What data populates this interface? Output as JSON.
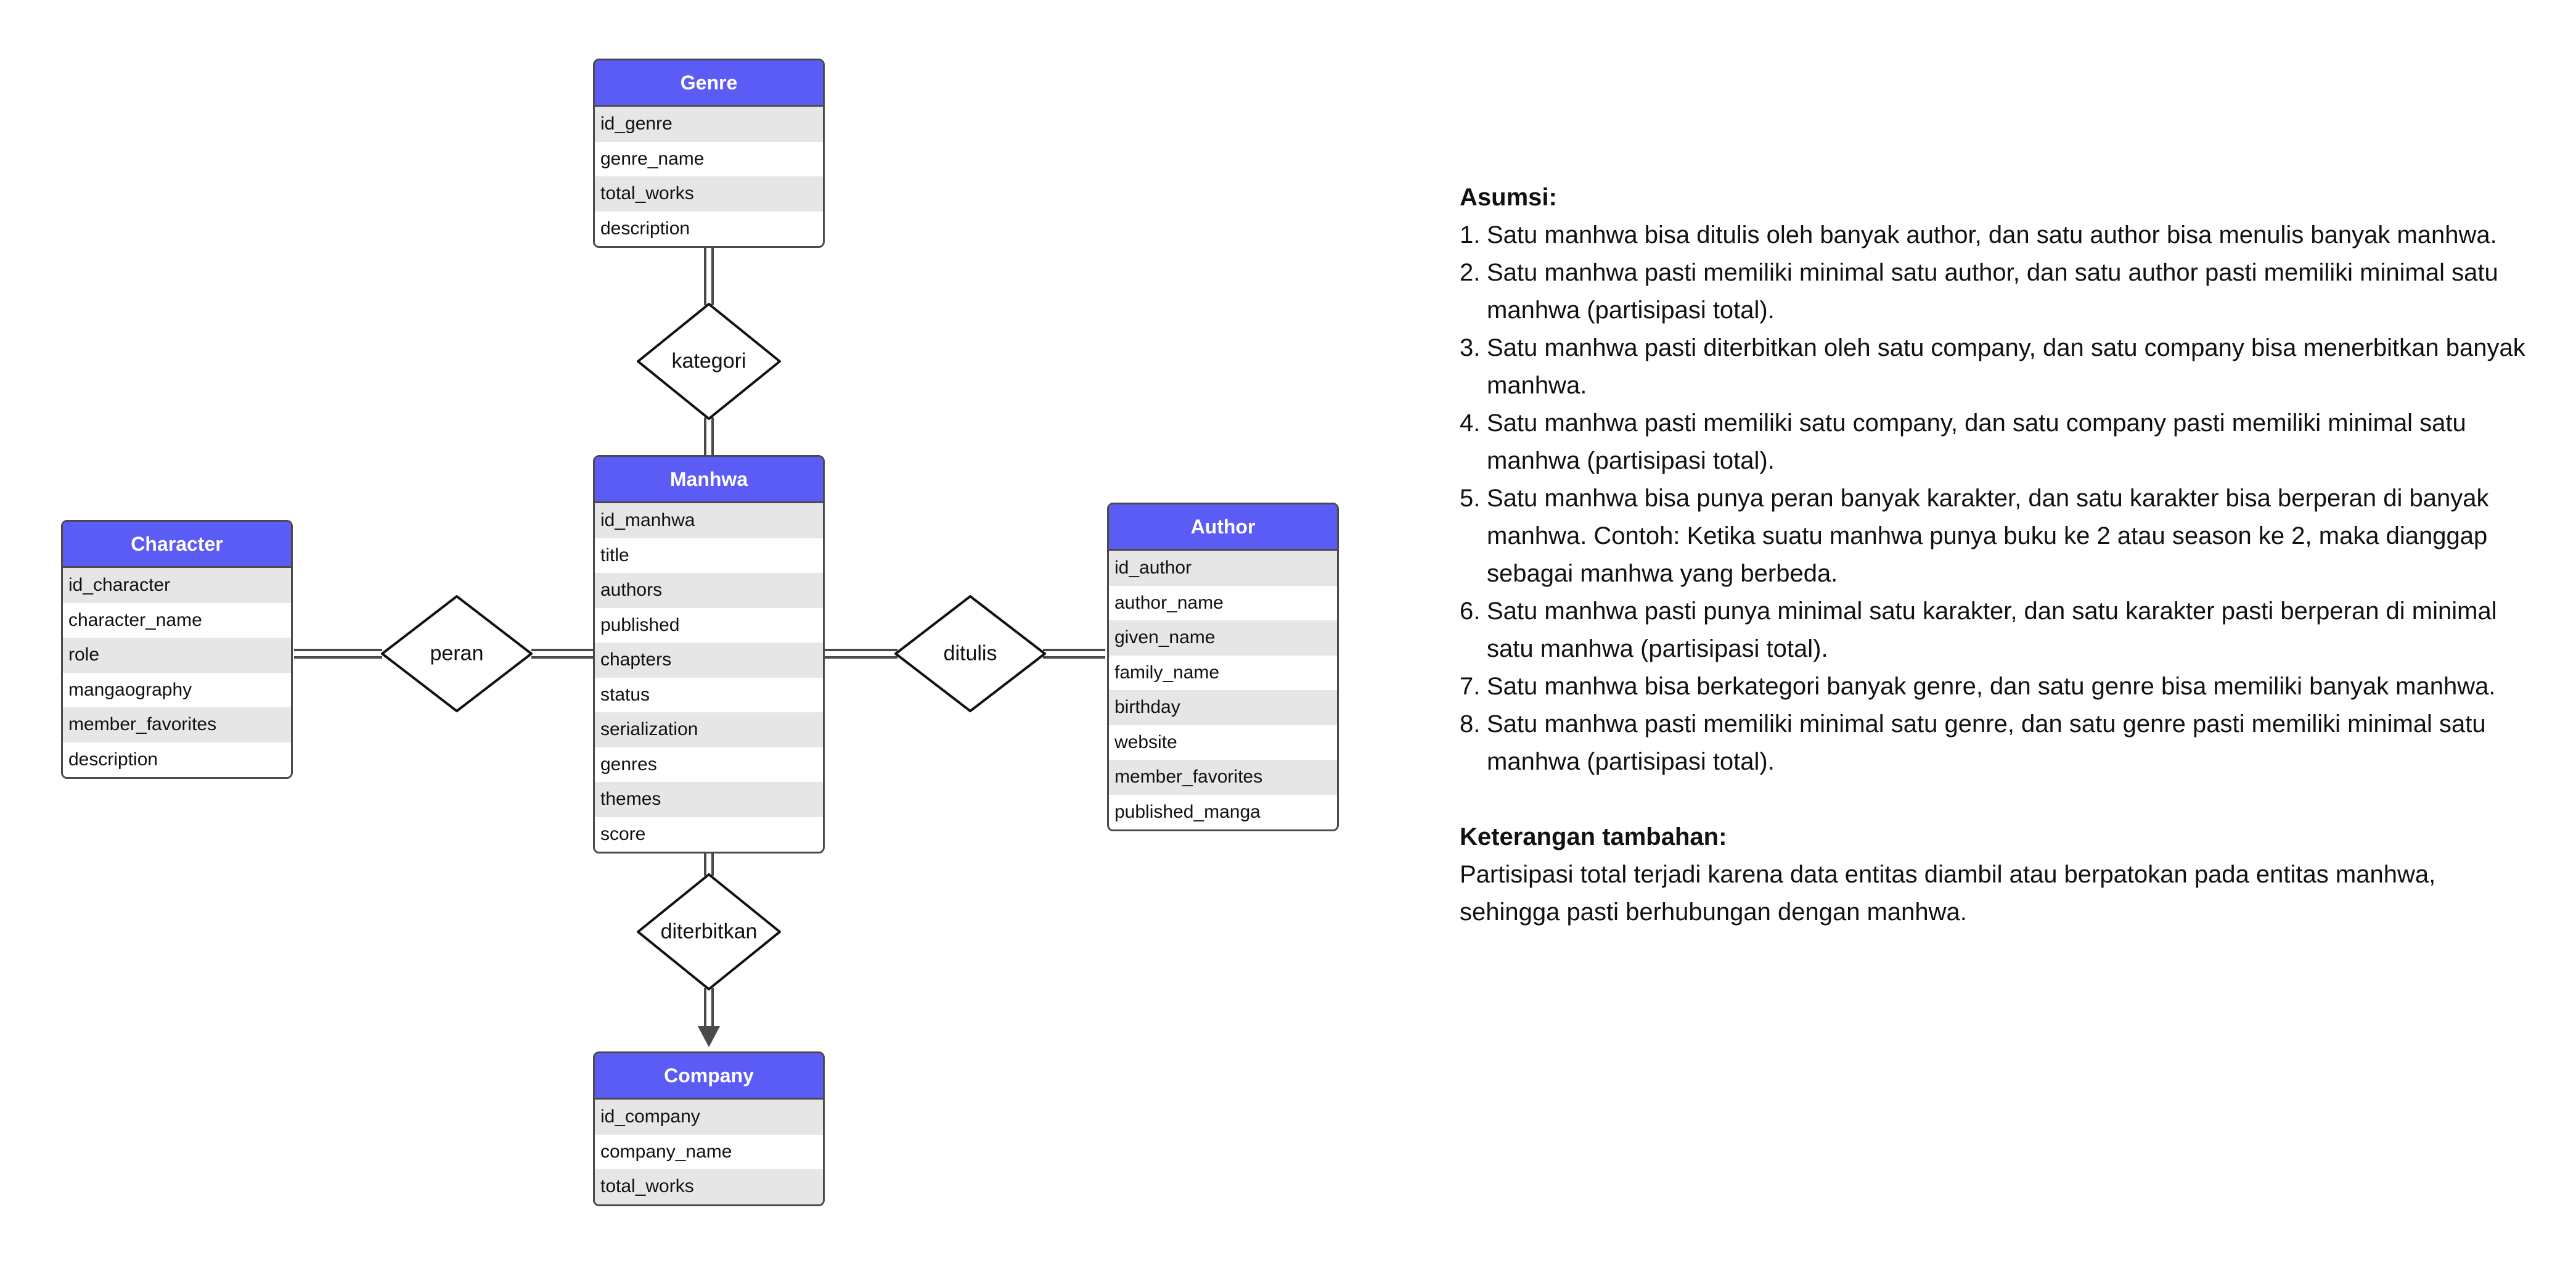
{
  "colors": {
    "header_bg": "#5b5bf5",
    "header_text": "#ffffff",
    "row_alt": "#e6e6e6",
    "border": "#4a4a4a"
  },
  "entities": {
    "genre": {
      "title": "Genre",
      "attributes": [
        "id_genre",
        "genre_name",
        "total_works",
        "description"
      ]
    },
    "manhwa": {
      "title": "Manhwa",
      "attributes": [
        "id_manhwa",
        "title",
        "authors",
        "published",
        "chapters",
        "status",
        "serialization",
        "genres",
        "themes",
        "score"
      ]
    },
    "character": {
      "title": "Character",
      "attributes": [
        "id_character",
        "character_name",
        "role",
        "mangaography",
        "member_favorites",
        "description"
      ]
    },
    "author": {
      "title": "Author",
      "attributes": [
        "id_author",
        "author_name",
        "given_name",
        "family_name",
        "birthday",
        "website",
        "member_favorites",
        "published_manga"
      ]
    },
    "company": {
      "title": "Company",
      "attributes": [
        "id_company",
        "company_name",
        "total_works"
      ]
    }
  },
  "relationships": {
    "kategori": "kategori",
    "peran": "peran",
    "ditulis": "ditulis",
    "diterbitkan": "diterbitkan"
  },
  "notes": {
    "assumptions_title": "Asumsi:",
    "assumptions": [
      {
        "num": "1.",
        "text": "Satu manhwa bisa ditulis oleh banyak author, dan satu author bisa menulis banyak manhwa."
      },
      {
        "num": "2.",
        "text": "Satu manhwa pasti memiliki minimal satu author, dan satu author pasti memiliki minimal satu manhwa (partisipasi total)."
      },
      {
        "num": "3.",
        "text": "Satu manhwa pasti diterbitkan oleh satu company, dan satu company bisa menerbitkan banyak manhwa."
      },
      {
        "num": "4.",
        "text": "Satu manhwa pasti memiliki satu company, dan satu company pasti memiliki minimal satu manhwa (partisipasi total)."
      },
      {
        "num": "5.",
        "text": "Satu manhwa bisa punya peran banyak karakter, dan satu karakter bisa berperan di banyak manhwa. Contoh: Ketika suatu manhwa punya buku ke 2 atau season ke 2, maka dianggap sebagai manhwa yang berbeda."
      },
      {
        "num": "6.",
        "text": "Satu manhwa pasti punya minimal satu karakter, dan satu karakter pasti berperan di minimal satu manhwa (partisipasi total)."
      },
      {
        "num": "7.",
        "text": "Satu manhwa bisa berkategori banyak genre, dan satu genre bisa memiliki banyak manhwa."
      },
      {
        "num": "8.",
        "text": "Satu manhwa pasti memiliki minimal satu genre, dan satu genre pasti memiliki minimal satu manhwa (partisipasi total)."
      }
    ],
    "extra_title": "Keterangan tambahan:",
    "extra_text": "Partisipasi total terjadi karena data entitas diambil atau berpatokan pada entitas manhwa, sehingga pasti berhubungan dengan manhwa."
  }
}
